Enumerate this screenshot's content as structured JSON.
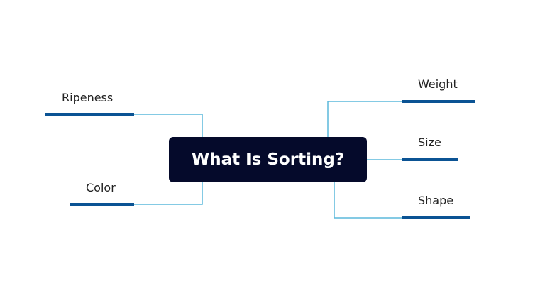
{
  "diagram": {
    "type": "mind-map",
    "center": {
      "label": "What Is Sorting?"
    },
    "colors": {
      "center_bg": "#050a2b",
      "center_text": "#ffffff",
      "connector": "#5bb8dc",
      "branch_bar": "#0b5394",
      "label_text": "#222222"
    },
    "branches": [
      {
        "label": "Ripeness",
        "side": "left"
      },
      {
        "label": "Color",
        "side": "left"
      },
      {
        "label": "Weight",
        "side": "right"
      },
      {
        "label": "Size",
        "side": "right"
      },
      {
        "label": "Shape",
        "side": "right"
      }
    ]
  }
}
